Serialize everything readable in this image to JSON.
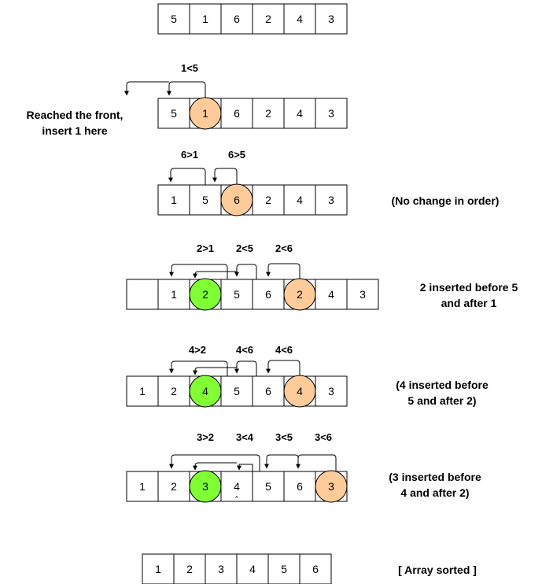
{
  "colors": {
    "current": "#ffcc99",
    "inserted": "#80ff33",
    "border": "#000000",
    "cell_fill": "#ffffff"
  },
  "steps": [
    {
      "cells": [
        {
          "value": "5",
          "state": "normal"
        },
        {
          "value": "1",
          "state": "normal"
        },
        {
          "value": "6",
          "state": "normal"
        },
        {
          "value": "2",
          "state": "normal"
        },
        {
          "value": "4",
          "state": "normal"
        },
        {
          "value": "3",
          "state": "normal"
        }
      ],
      "comparisons": [],
      "note": []
    },
    {
      "cells": [
        {
          "value": "5",
          "state": "normal"
        },
        {
          "value": "1",
          "state": "current"
        },
        {
          "value": "6",
          "state": "normal"
        },
        {
          "value": "2",
          "state": "normal"
        },
        {
          "value": "4",
          "state": "normal"
        },
        {
          "value": "3",
          "state": "normal"
        }
      ],
      "comparisons": [
        "1<5"
      ],
      "note": [
        "Reached the front,",
        "insert 1 here"
      ]
    },
    {
      "cells": [
        {
          "value": "1",
          "state": "normal"
        },
        {
          "value": "5",
          "state": "normal"
        },
        {
          "value": "6",
          "state": "current"
        },
        {
          "value": "2",
          "state": "normal"
        },
        {
          "value": "4",
          "state": "normal"
        },
        {
          "value": "3",
          "state": "normal"
        }
      ],
      "comparisons": [
        "6>1",
        "6>5"
      ],
      "note": [
        "(No change in order)"
      ]
    },
    {
      "cells": [
        {
          "value": "",
          "state": "normal"
        },
        {
          "value": "1",
          "state": "normal"
        },
        {
          "value": "2",
          "state": "inserted"
        },
        {
          "value": "5",
          "state": "normal"
        },
        {
          "value": "6",
          "state": "normal"
        },
        {
          "value": "2",
          "state": "current"
        },
        {
          "value": "4",
          "state": "normal"
        },
        {
          "value": "3",
          "state": "normal"
        }
      ],
      "comparisons": [
        "2>1",
        "2<5",
        "2<6"
      ],
      "note": [
        "2 inserted before 5",
        "and after 1"
      ]
    },
    {
      "cells": [
        {
          "value": "1",
          "state": "normal"
        },
        {
          "value": "2",
          "state": "normal"
        },
        {
          "value": "4",
          "state": "inserted"
        },
        {
          "value": "5",
          "state": "normal"
        },
        {
          "value": "6",
          "state": "normal"
        },
        {
          "value": "4",
          "state": "current"
        },
        {
          "value": "3",
          "state": "normal"
        }
      ],
      "comparisons": [
        "4>2",
        "4<6",
        "4<6"
      ],
      "note": [
        "(4 inserted before",
        "5 and after 2)"
      ]
    },
    {
      "cells": [
        {
          "value": "1",
          "state": "normal"
        },
        {
          "value": "2",
          "state": "normal"
        },
        {
          "value": "3",
          "state": "inserted"
        },
        {
          "value": "4",
          "state": "normal"
        },
        {
          "value": "5",
          "state": "normal"
        },
        {
          "value": "6",
          "state": "normal"
        },
        {
          "value": "3",
          "state": "current"
        }
      ],
      "comparisons": [
        "3>2",
        "3<4",
        "3<5",
        "3<6"
      ],
      "note": [
        "(3 inserted before",
        "4 and after 2)"
      ]
    },
    {
      "cells": [
        {
          "value": "1",
          "state": "normal"
        },
        {
          "value": "2",
          "state": "normal"
        },
        {
          "value": "3",
          "state": "normal"
        },
        {
          "value": "4",
          "state": "normal"
        },
        {
          "value": "5",
          "state": "normal"
        },
        {
          "value": "6",
          "state": "normal"
        }
      ],
      "comparisons": [],
      "note": [
        "[ Array sorted ]"
      ]
    }
  ]
}
